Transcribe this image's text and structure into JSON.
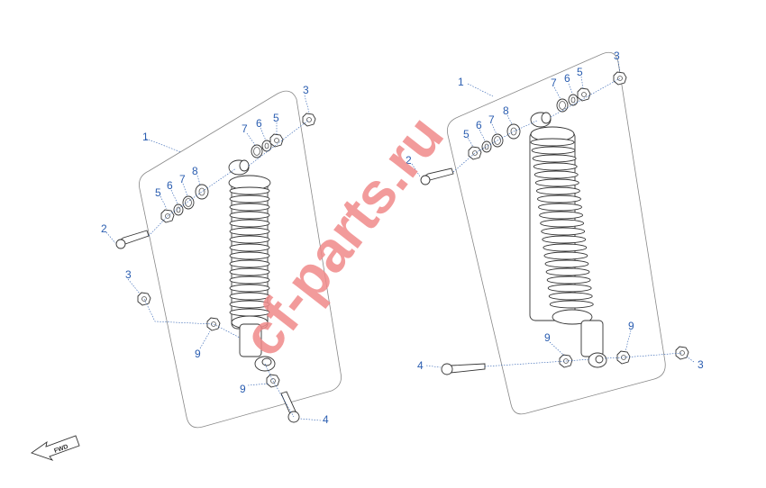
{
  "header_watermark": "",
  "watermark": "cf-parts.ru",
  "fwd_label": "FWD",
  "colors": {
    "callout": "#2a5db0",
    "watermark": "#f08a8a",
    "lines": "#333333"
  },
  "left_assembly": {
    "callouts": {
      "shock": "1",
      "bolt": "2",
      "nut_upper": "3",
      "nut_lower": "3",
      "bolt_lower": "4",
      "collar_a": "5",
      "washer_a": "6",
      "oring_a": "7",
      "bushing_a": "8",
      "collar_b": "5",
      "washer_b": "6",
      "oring_b": "7",
      "spacer_a": "9",
      "spacer_b": "9"
    }
  },
  "right_assembly": {
    "callouts": {
      "shock": "1",
      "bolt": "2",
      "nut": "3",
      "nut_lower": "3",
      "bolt_lower": "4",
      "collar_a": "5",
      "washer_a": "6",
      "oring_a": "7",
      "bushing_a": "8",
      "collar_b": "5",
      "washer_b": "6",
      "oring_b": "7",
      "spacer_a": "9",
      "spacer_b": "9"
    }
  }
}
